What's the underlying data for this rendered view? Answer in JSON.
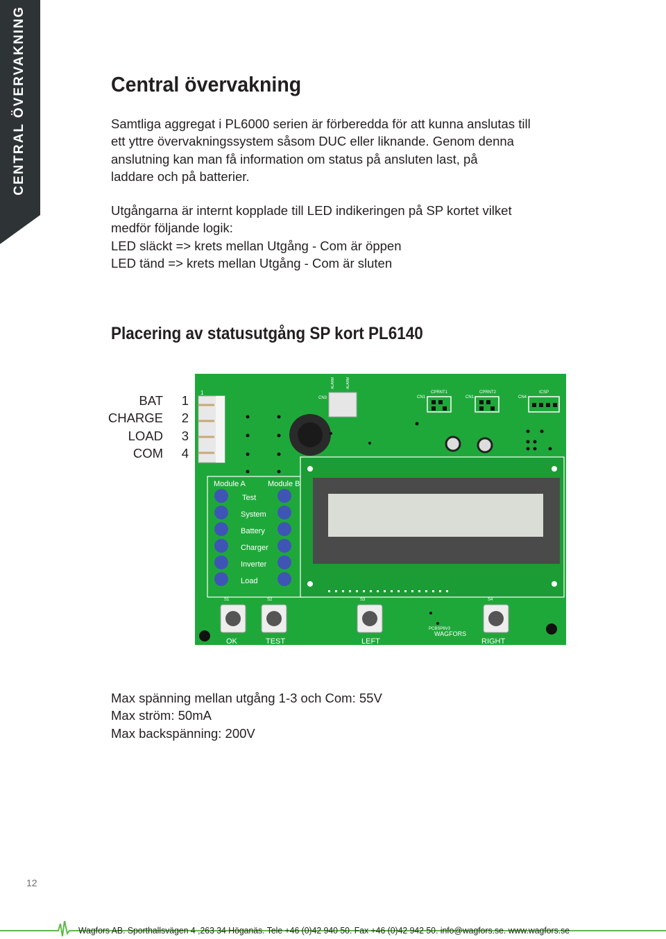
{
  "side_tab": {
    "label": "CENTRAL ÖVERVAKNING"
  },
  "title": "Central övervakning",
  "intro_lines": [
    "Samtliga aggregat i PL6000 serien är förberedda för att kunna anslutas till",
    "ett yttre övervakningssystem såsom DUC eller liknande. Genom denna",
    "anslutning kan man få information om status på ansluten last, på",
    "laddare och på batterier."
  ],
  "logic_lines": [
    "Utgångarna är internt kopplade till LED indikeringen på SP kortet vilket",
    "medför följande logik:",
    "LED släckt => krets mellan Utgång - Com är öppen",
    "LED tänd => krets mellan Utgång - Com är sluten"
  ],
  "section_title": "Placering av statusutgång SP kort PL6140",
  "pins": [
    {
      "name": "BAT",
      "num": "1"
    },
    {
      "name": "CHARGE",
      "num": "2"
    },
    {
      "name": "LOAD",
      "num": "3"
    },
    {
      "name": "COM",
      "num": "4"
    }
  ],
  "board": {
    "connector_pin": "1",
    "module_a": "Module A",
    "module_b": "Module B",
    "led_labels": [
      "Test",
      "System",
      "Battery",
      "Charger",
      "Inverter",
      "Load"
    ],
    "header_labels": [
      "CN3",
      "CN1",
      "CPRNT1",
      "CN1",
      "CPRNT2",
      "CN4",
      "ICSP"
    ],
    "alarm_labels": [
      "ALARM",
      "ALARM"
    ],
    "buttons": [
      "OK",
      "TEST",
      "LEFT",
      "RIGHT"
    ],
    "button_ids": [
      "S1",
      "S2",
      "S3",
      "S4"
    ],
    "board_id": "PCBSP6V3",
    "brand": "WAGFORS",
    "pcb_green": "#1fa83a"
  },
  "specs_lines": [
    "Max spänning mellan utgång 1-3 och Com: 55V",
    "Max ström: 50mA",
    "Max backspänning: 200V"
  ],
  "page_number": "12",
  "footer": "Wagfors AB. Sporthallsvägen 4 ,263 34 Höganäs. Tele +46 (0)42 940 50. Fax +46 (0)42 942 50. info@wagfors.se. www.wagfors.se",
  "colors": {
    "tab_dark": "#2e3336",
    "accent_green": "#5fb74a"
  }
}
